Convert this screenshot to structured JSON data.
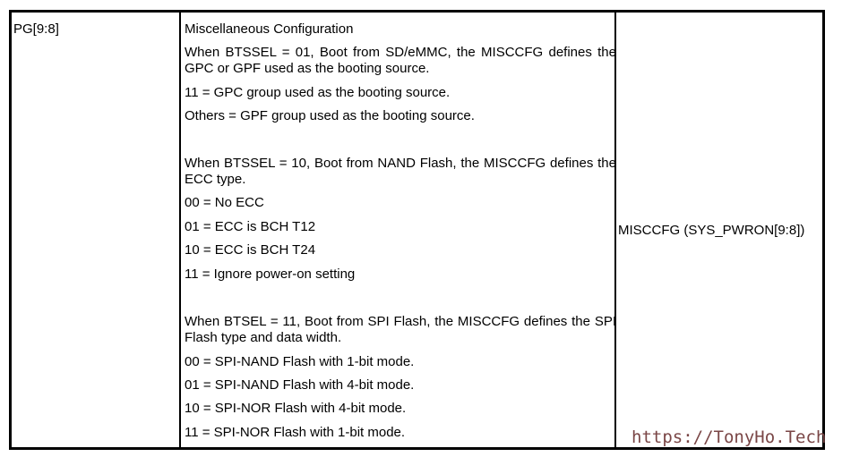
{
  "table": {
    "field": "PG[9:8]",
    "description": [
      "Miscellaneous Configuration",
      "When BTSSEL = 01, Boot from SD/eMMC, the MISCCFG defines the GPC or GPF used as the booting source.",
      "11 = GPC group used as the booting source.",
      "Others = GPF group used as the booting source.",
      "When BTSSEL = 10, Boot from NAND Flash, the MISCCFG defines the ECC type.",
      "00 = No ECC",
      "01 = ECC is BCH T12",
      "10 = ECC is BCH T24",
      "11 = Ignore power-on setting",
      "When BTSEL = 11, Boot from SPI Flash, the MISCCFG defines the SPI Flash type and data width.",
      "00 = SPI-NAND Flash with 1-bit mode.",
      "01 = SPI-NAND Flash with 4-bit mode.",
      "10 = SPI-NOR Flash with 4-bit mode.",
      "11 = SPI-NOR Flash with 1-bit mode."
    ],
    "source": "MISCCFG (SYS_PWRON[9:8])"
  },
  "watermark": "https://TonyHo.Tech"
}
